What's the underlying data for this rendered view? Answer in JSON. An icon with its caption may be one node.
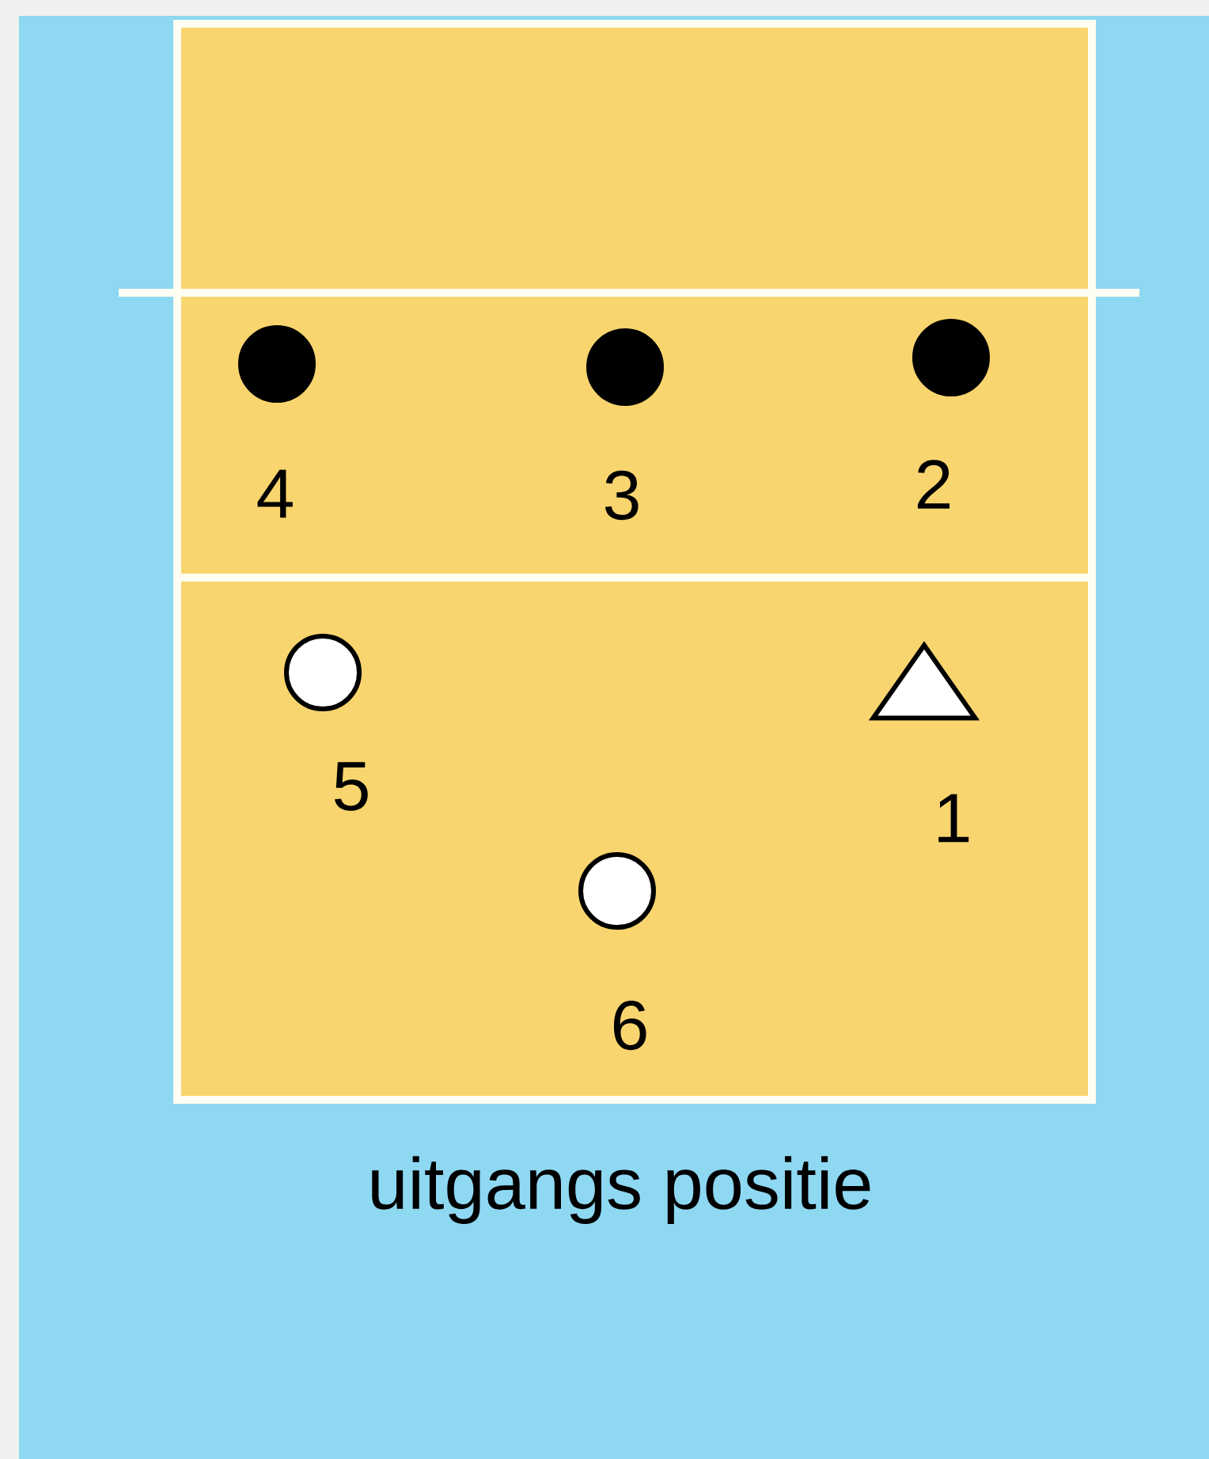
{
  "diagram": {
    "caption": "uitgangs positie",
    "nodes": [
      {
        "text": [],
        "shape": "circle",
        "beside": [
          "4"
        ]
      },
      {
        "text": [],
        "shape": "circle",
        "beside": [
          "3"
        ]
      },
      {
        "text": [],
        "shape": "circle",
        "beside": [
          "2"
        ]
      },
      {
        "text": [],
        "shape": "circle",
        "beside": [
          "5"
        ]
      },
      {
        "text": [],
        "shape": "triangle",
        "beside": [
          "1"
        ]
      },
      {
        "text": [],
        "shape": "circle",
        "beside": [
          "6"
        ]
      }
    ]
  }
}
